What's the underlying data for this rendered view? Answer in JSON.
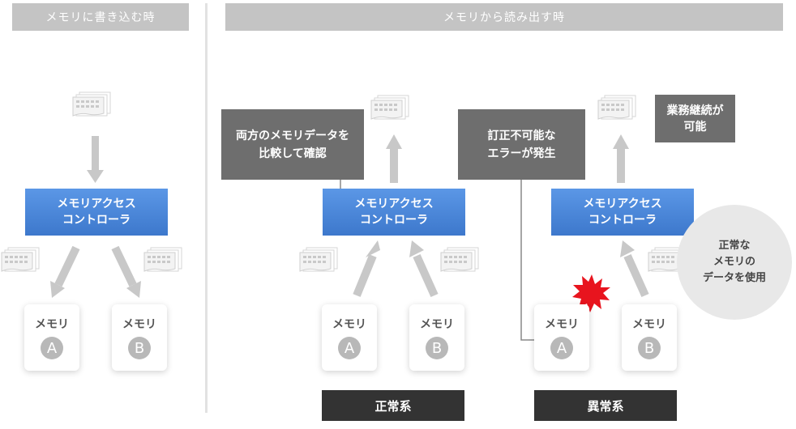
{
  "headers": {
    "write": "メモリに書き込む時",
    "read": "メモリから読み出す時"
  },
  "controller": {
    "line1": "メモリアクセス",
    "line2": "コントローラ"
  },
  "memory": {
    "label": "メモリ",
    "a": "A",
    "b": "B"
  },
  "notes": {
    "compare_line1": "両方のメモリデータを",
    "compare_line2": "比較して確認",
    "error_line1": "訂正不可能な",
    "error_line2": "エラーが発生",
    "continue_line1": "業務継続が",
    "continue_line2": "可能"
  },
  "circle": {
    "line1": "正常な",
    "line2": "メモリの",
    "line3": "データを使用"
  },
  "footer": {
    "normal": "正常系",
    "abnormal": "異常系"
  },
  "colors": {
    "header": "#c4c4c4",
    "controller": "#4a86d8",
    "note": "#6e6e6e",
    "footer": "#333333",
    "arrow": "#c8c8c8",
    "burst": "#e8141e"
  }
}
